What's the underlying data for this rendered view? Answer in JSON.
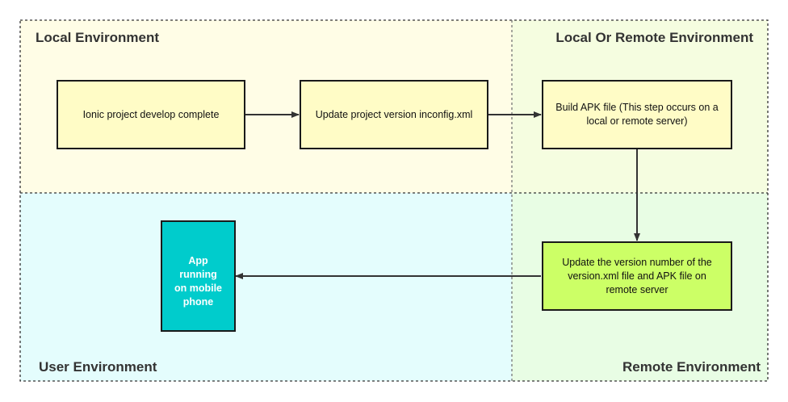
{
  "regions": {
    "local": {
      "title": "Local Environment",
      "fill": "#fffde6"
    },
    "local_or_remote": {
      "title": "Local Or Remote Environment",
      "fill": "#f5fde0"
    },
    "user": {
      "title": "User Environment",
      "fill": "#e4fdfd"
    },
    "remote": {
      "title": "Remote Environment",
      "fill": "#e8fde4"
    }
  },
  "nodes": {
    "develop": {
      "label": "Ionic project develop complete",
      "fill": "#fffcc6"
    },
    "update_version": {
      "label": "Update project version inconfig.xml",
      "fill": "#fffcc6"
    },
    "build_apk": {
      "label": "Build APK file  (This step occurs on a local or remote server)",
      "fill": "#fffcc6"
    },
    "update_remote": {
      "label": "Update the version number of the version.xml file and APK file on remote server",
      "fill": "#ccff66"
    },
    "app": {
      "label": "App running on mobile phone",
      "fill": "#00cccc"
    }
  },
  "colors": {
    "border": "#1a1a1a",
    "dashed": "#333333",
    "arrow": "#333333",
    "app_text": "#ffffff"
  }
}
